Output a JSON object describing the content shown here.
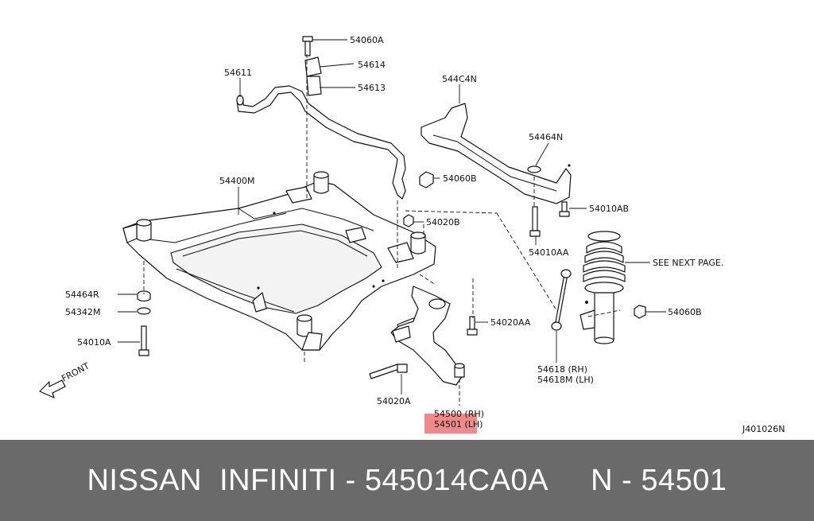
{
  "diagram": {
    "diagram_code": "J401026N",
    "front_label": "FRONT",
    "see_next_page": "SEE NEXT PAGE.",
    "highlight_color": "#f08a8a",
    "parts": {
      "p54060A": "54060A",
      "p54614": "54614",
      "p54613": "54613",
      "p54611": "54611",
      "p544C4N": "544C4N",
      "p54464N": "54464N",
      "p54060B_top": "54060B",
      "p54400M": "54400M",
      "p54020B": "54020B",
      "p54010AB": "54010AB",
      "p54010AA": "54010AA",
      "p54464R": "54464R",
      "p54342M": "54342M",
      "p54010A": "54010A",
      "p54020AA": "54020AA",
      "p54060B_right": "54060B",
      "p54618": "54618  (RH)",
      "p54618M": "54618M (LH)",
      "p54020A": "54020A",
      "p54500": "54500 (RH)",
      "p54501": "54501 (LH)"
    }
  },
  "footer": {
    "text": "NISSAN  INFINITI - 545014CA0A     N - 54501"
  }
}
